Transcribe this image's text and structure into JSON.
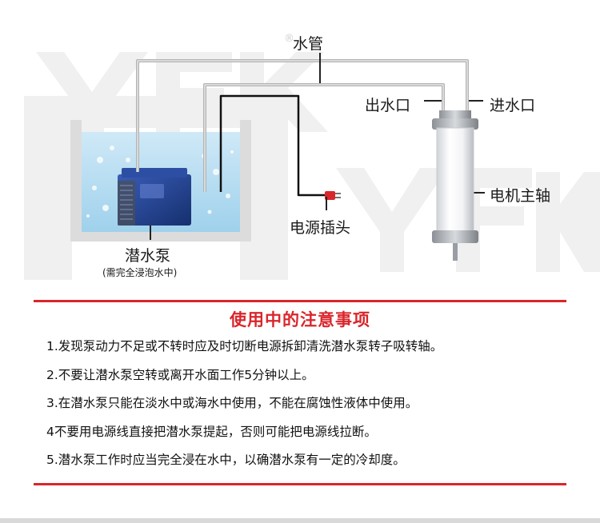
{
  "diagram": {
    "labels": {
      "water_pipe": "水管",
      "outlet": "出水口",
      "inlet": "进水口",
      "motor_spindle": "电机主轴",
      "power_plug": "电源插头",
      "submersible_pump": "潜水泵",
      "pump_note": "(需完全浸泡水中)"
    },
    "watermark": {
      "text": "YFK",
      "registered_mark": "®"
    }
  },
  "precautions": {
    "title": "使用中的注意事项",
    "items": [
      "1.发现泵动力不足或不转时应及时切断电源拆卸清洗潜水泵转子吸转轴。",
      "2.不要让潜水泵空转或离开水面工作5分钟以上。",
      "3.在潜水泵只能在淡水中或海水中使用，不能在腐蚀性液体中使用。",
      "4不要用电源线直接把潜水泵提起，否则可能把电源线拉断。",
      "5.潜水泵工作时应当完全浸在水中，以确潜水泵有一定的冷却度。"
    ]
  },
  "colors": {
    "accent_red": "#d9262b",
    "water": "#a9d6ee",
    "pump_blue": "#1f3f8f"
  }
}
